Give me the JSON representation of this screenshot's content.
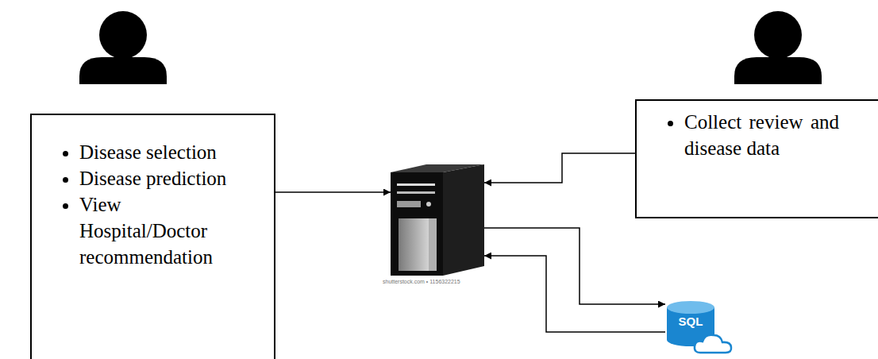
{
  "diagram": {
    "nodes": [
      {
        "text": [
          "Disease selection",
          "Disease prediction",
          "View Hospital/Doctor recommendation"
        ]
      },
      {
        "text": [
          "Collect review and disease data"
        ]
      },
      {
        "text": [
          "shutterstock.com • 1156322215"
        ]
      },
      {
        "text": [
          "SQL"
        ]
      }
    ],
    "edges": [
      {
        "from": 0,
        "to": 2,
        "arrow": "to"
      },
      {
        "from": 1,
        "to": 2,
        "arrow": "to"
      },
      {
        "from": 2,
        "to": 3,
        "arrow": "to"
      },
      {
        "from": 3,
        "to": 2,
        "arrow": "to"
      }
    ]
  }
}
